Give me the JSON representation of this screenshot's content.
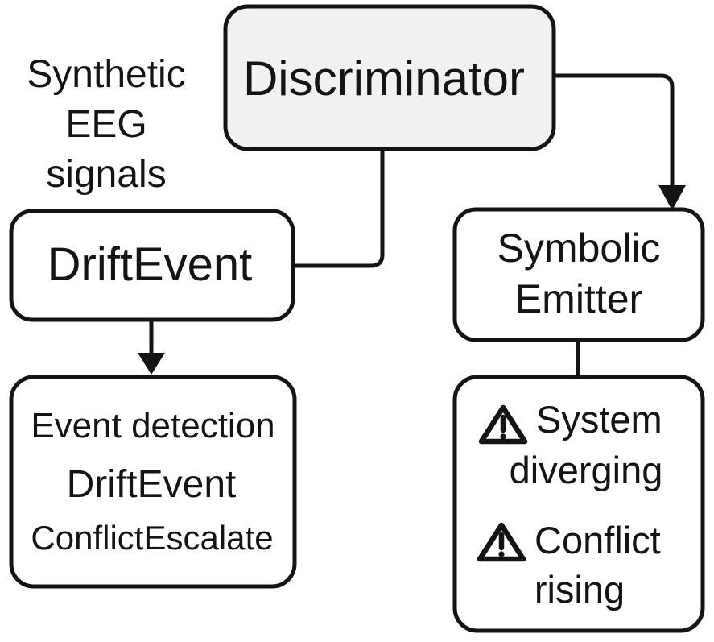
{
  "figure": {
    "type": "flow-diagram",
    "background": "#ffffff",
    "line_color": "#141414",
    "input_label": {
      "lines": [
        "Synthetic",
        "EEG",
        "signals"
      ]
    },
    "nodes": {
      "discriminator": {
        "label": "Discriminator",
        "fill": "#f1f1f1"
      },
      "drift_event": {
        "label": "DriftEvent",
        "fill": "#ffffff"
      },
      "symbolic_emitter": {
        "lines": [
          "Symbolic",
          "Emitter"
        ],
        "fill": "#ffffff"
      },
      "event_detection": {
        "title": "Event detection",
        "events": [
          "DriftEvent",
          "ConflictEscalate"
        ],
        "fill": "#ffffff"
      },
      "alerts": {
        "fill": "#ffffff",
        "items": [
          {
            "icon": "warning",
            "line1": "System",
            "line2": "diverging"
          },
          {
            "icon": "warning",
            "line1": "Conflict",
            "line2": "rising"
          }
        ]
      }
    },
    "edges": [
      {
        "from": "discriminator",
        "to": "drift_event",
        "arrow": false
      },
      {
        "from": "discriminator",
        "to": "symbolic_emitter",
        "arrow": true
      },
      {
        "from": "drift_event",
        "to": "event_detection",
        "arrow": true
      },
      {
        "from": "symbolic_emitter",
        "to": "alerts",
        "arrow": false
      }
    ]
  }
}
